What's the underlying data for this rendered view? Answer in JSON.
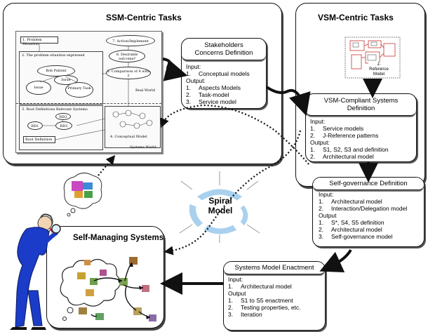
{
  "ssm": {
    "title": "SSM-Centric Tasks",
    "steps": {
      "s1": "1. Problem Situation",
      "s2": "2. The problem situation expressed",
      "s3": "3. Root Definitions Relevant Systems",
      "s4": "4. Conceptual Model",
      "s5": "5. Comparison of 4 with 2",
      "s6": "6. Desirable outcome?",
      "s7": "7. Action/Implement"
    },
    "nodes": {
      "bob": "Bob Patient",
      "issue": "Issue",
      "primary": "Primary Task",
      "issue2": "Issue",
      "rd2": "RD2",
      "rd1": "RD1",
      "rd3": "RD3",
      "root": "Root Definition"
    },
    "labels": {
      "real_world": "Real World",
      "systems_world": "Systems World"
    }
  },
  "stakeholders": {
    "title": "Stakeholders Concerns Definition",
    "input_label": "Input:",
    "inputs": [
      "Conceptual models"
    ],
    "output_label": "Output:",
    "outputs": [
      "Aspects Models",
      "Task-model",
      "Service model"
    ]
  },
  "vsm": {
    "title": "VSM-Centric Tasks",
    "ref_label": "J-Reference Model"
  },
  "vsm_compliant": {
    "title": "VSM-Compliant Systems Definition",
    "input_label": "Input:",
    "inputs": [
      "Service models",
      "J-Reference patterns"
    ],
    "output_label": "Output:",
    "outputs": [
      "S1, S2, S3 and definition",
      "Architectural model"
    ]
  },
  "self_gov": {
    "title": "Self-governance Definition",
    "input_label": "Input:",
    "inputs": [
      "Architectural model",
      "Interaction/Delegation model"
    ],
    "output_label": "Output",
    "outputs": [
      "S*, S4, S5 definition",
      "Architectural model",
      "Self-governance model"
    ]
  },
  "enactment": {
    "title": "Systems Model Enactment",
    "input_label": "Input:",
    "inputs": [
      "Architectural model"
    ],
    "output_label": "Output",
    "outputs": [
      "S1 to S5 enactment",
      "Testing properties, etc.",
      "Iteration"
    ]
  },
  "spiral": {
    "line1": "Spiral",
    "line2": "Model"
  },
  "sms": {
    "title": "Self-Managing Systems"
  },
  "colors": {
    "figure_blue": "#1a3cc8",
    "spiral_blue": "#9ec9ea"
  }
}
